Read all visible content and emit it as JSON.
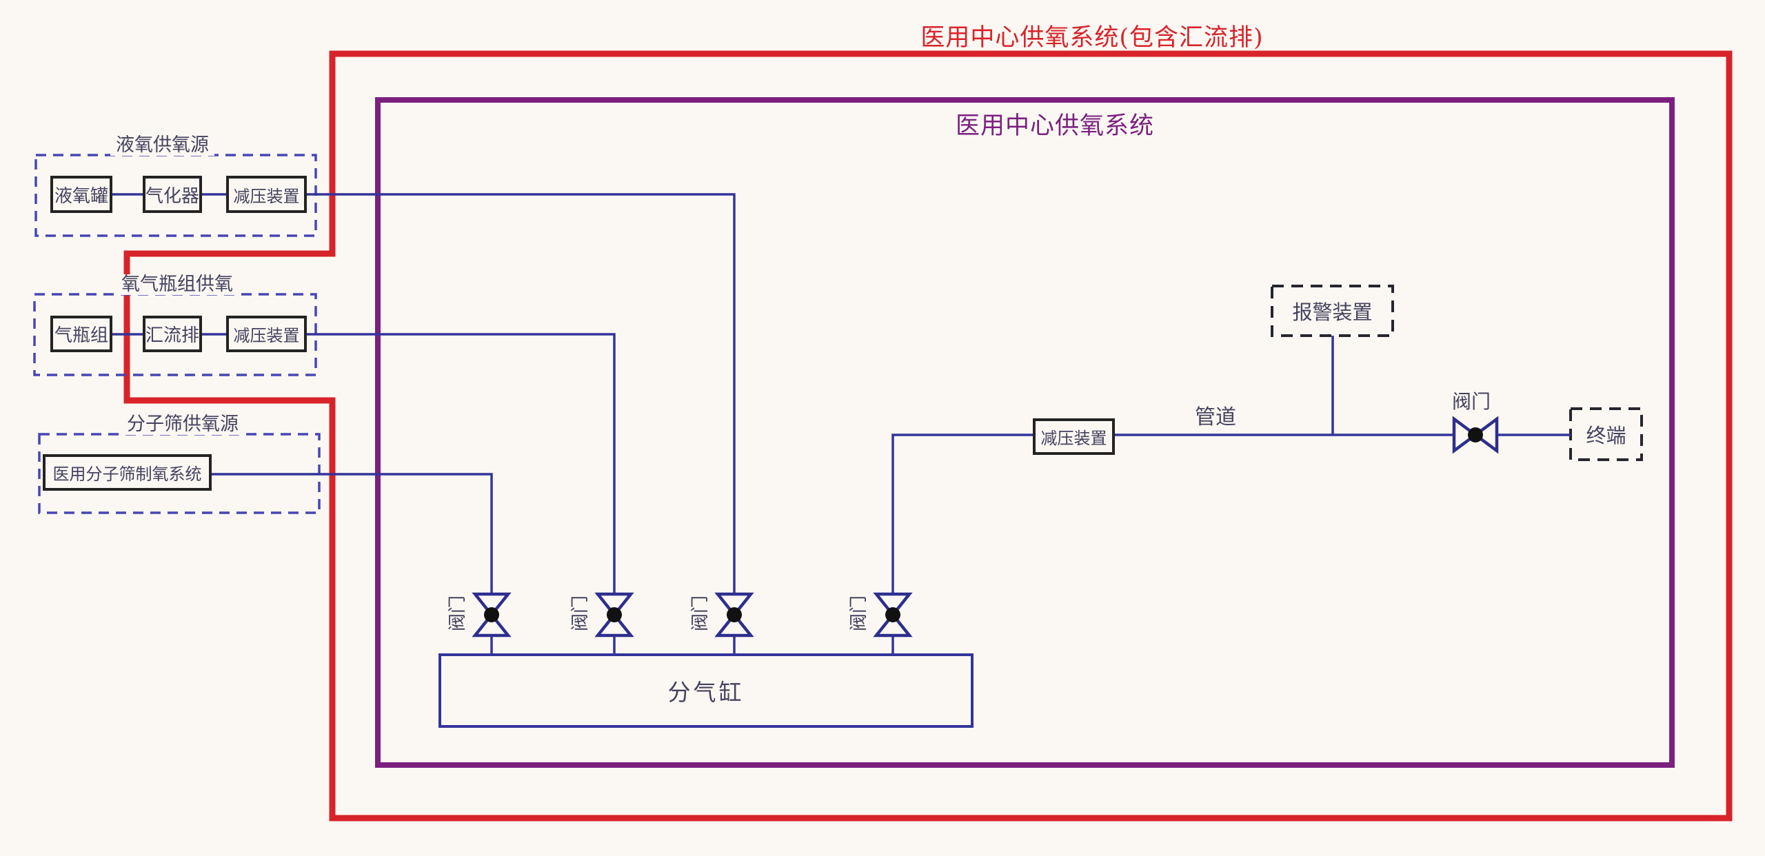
{
  "diagram": {
    "outer_title": "医用中心供氧系统(包含汇流排)",
    "inner_title": "医用中心供氧系统",
    "sources": {
      "liquid_oxygen": {
        "title": "液氧供氧源",
        "tank": "液氧罐",
        "vaporizer": "气化器",
        "pressure_reducer": "减压装置"
      },
      "cylinder_group": {
        "title": "氧气瓶组供氧",
        "cylinders": "气瓶组",
        "manifold": "汇流排",
        "pressure_reducer": "减压装置"
      },
      "molecular_sieve": {
        "title": "分子筛供氧源",
        "system": "医用分子筛制氧系统"
      }
    },
    "inlet_valves": [
      "阀门",
      "阀门",
      "阀门",
      "阀门"
    ],
    "gas_distributor": "分气缸",
    "output": {
      "pressure_reducer": "减压装置",
      "pipe": "管道",
      "alarm": "报警装置",
      "valve": "阀门",
      "terminal": "终端"
    },
    "colors": {
      "outer_border": "#D8232A",
      "inner_border": "#7C2080",
      "line": "#34349B",
      "source_box_dash": "#4845B5",
      "device_box_dash": "#26262E",
      "text": "#44425E"
    }
  }
}
